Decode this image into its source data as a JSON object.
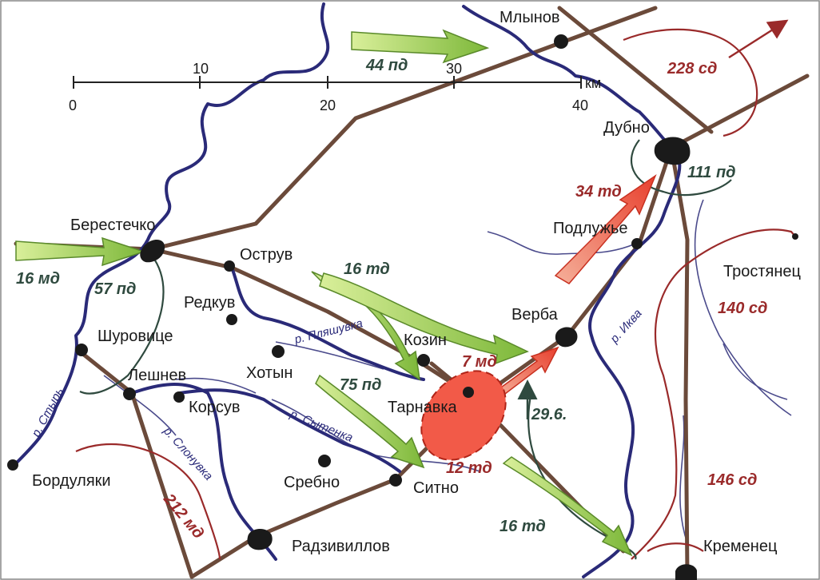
{
  "scale": {
    "ticks": [
      "0",
      "10",
      "20",
      "30",
      "40"
    ],
    "unit": "км"
  },
  "cities": {
    "mlynov": "Млынов",
    "dubno": "Дубно",
    "berestechko": "Берестечко",
    "ostruv": "Острув",
    "redkuv": "Редкув",
    "podluzhye": "Подлужье",
    "trostyanets": "Тростянец",
    "shurovitse": "Шуровице",
    "kozin": "Козин",
    "verba": "Верба",
    "leshnev": "Лешнев",
    "khotyn": "Хотын",
    "tarnavka": "Тарнавка",
    "korsuv": "Корсув",
    "bordulyaki": "Бордуляки",
    "srebno": "Сребно",
    "sitno": "Ситно",
    "radzivillov": "Радзивиллов",
    "kremenets": "Кременец"
  },
  "rivers": {
    "styr": "р. Стырь",
    "plyashchuvka": "р. Пляшувка",
    "ikva": "р. Иква",
    "sytenka": "р. Сытенка",
    "slonuvka": "р. Слонувка"
  },
  "units": {
    "pd44": "44 пд",
    "sd228": "228 сд",
    "pd111": "111 пд",
    "td34": "34 тд",
    "md16": "16 мд",
    "pd57": "57 пд",
    "td16_north": "16 тд",
    "sd140": "140 сд",
    "td7": "7 мд",
    "pd75": "75 пд",
    "br29": "29.6.",
    "td12": "12 тд",
    "sd146": "146 сд",
    "md212": "212 мд",
    "td16_south": "16 тд"
  },
  "colors": {
    "road": "#6b4a3a",
    "river": "#2a2a78",
    "german_arrow": "#9ccc4a",
    "soviet_unit": "#9a2a2a",
    "soviet_attack": "#f04a3a"
  }
}
